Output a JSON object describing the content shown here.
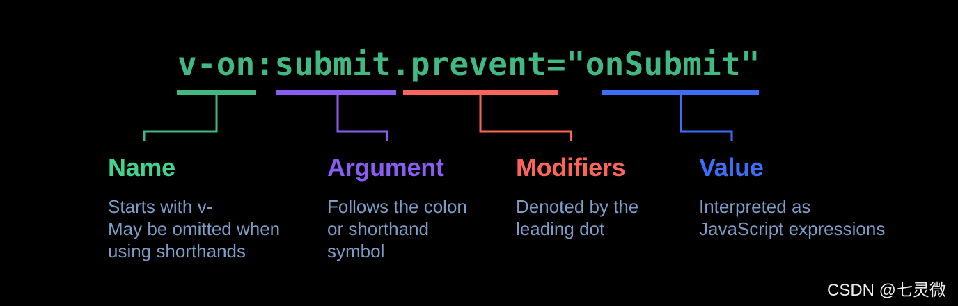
{
  "code": {
    "text": "v-on:submit.prevent=\"onSubmit\""
  },
  "annotations": [
    {
      "id": "name",
      "label": "Name",
      "description": "Starts with v-\nMay be omitted when\nusing shorthands",
      "color": "#42b883"
    },
    {
      "id": "argument",
      "label": "Argument",
      "description": "Follows the colon\nor shorthand\nsymbol",
      "color": "#8a5cf0"
    },
    {
      "id": "modifiers",
      "label": "Modifiers",
      "description": "Denoted by the\nleading dot",
      "color": "#fb655c"
    },
    {
      "id": "value",
      "label": "Value",
      "description": "Interpreted as\nJavaScript expressions",
      "color": "#3e6ef7"
    }
  ],
  "colors": {
    "background": "#000000",
    "code_text": "#42b883",
    "name_green": "#42d392",
    "argument_purple": "#8a5cf0",
    "modifiers_red": "#fb655c",
    "value_blue": "#3e6ef7",
    "description_text": "#7d9cc6",
    "watermark_text": "#ececec"
  },
  "watermark": {
    "text": "CSDN @七灵微"
  }
}
